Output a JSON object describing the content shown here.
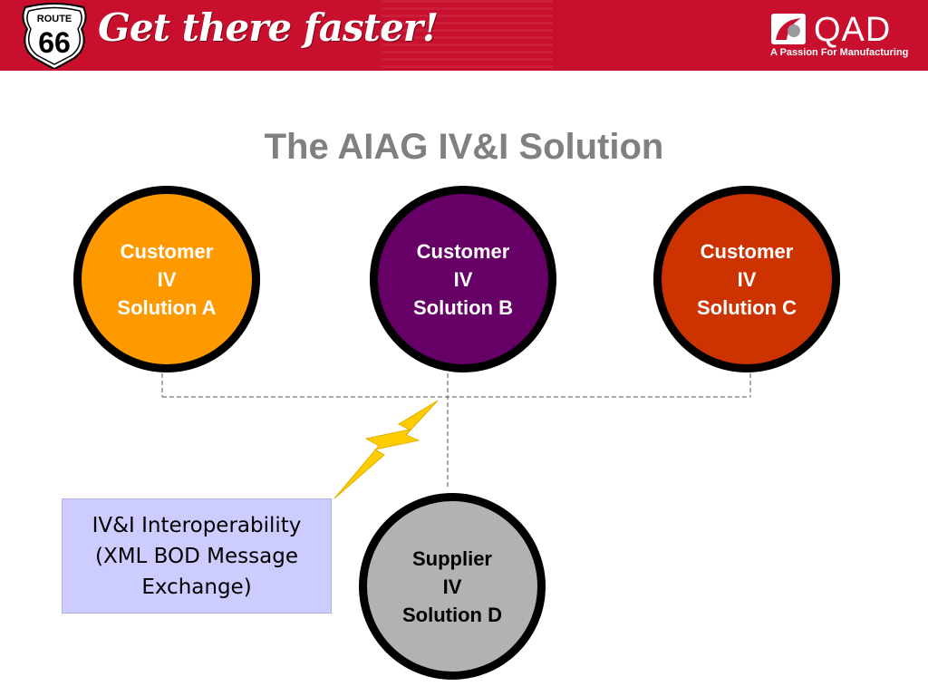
{
  "header": {
    "route_sign_top": "ROUTE",
    "route_sign_number": "66",
    "tagline": "Get there faster!",
    "brand": "QAD",
    "brand_slogan": "A Passion For Manufacturing",
    "colors": {
      "banner": "#c8102e",
      "text": "#ffffff"
    }
  },
  "title": "The AIAG IV&I Solution",
  "nodes": [
    {
      "id": "a",
      "label": "Customer\nIV\nSolution A",
      "fill": "#ff9900",
      "text_color": "#ffffff"
    },
    {
      "id": "b",
      "label": "Customer\nIV\nSolution B",
      "fill": "#660066",
      "text_color": "#ffffff"
    },
    {
      "id": "c",
      "label": "Customer\nIV\nSolution C",
      "fill": "#cc3300",
      "text_color": "#ffffff"
    },
    {
      "id": "d",
      "label": "Supplier\nIV\nSolution D",
      "fill": "#b2b2b2",
      "text_color": "#000000"
    }
  ],
  "interop_box": {
    "text": "IV&I Interoperability\n(XML BOD Message\nExchange)",
    "fill": "#ccccff"
  },
  "icons": {
    "route": "route-66-shield-icon",
    "brand": "qad-logo-icon",
    "bolt": "lightning-bolt-icon"
  },
  "colors": {
    "title": "#808080",
    "outline": "#000000",
    "bolt": "#ffcc00"
  }
}
